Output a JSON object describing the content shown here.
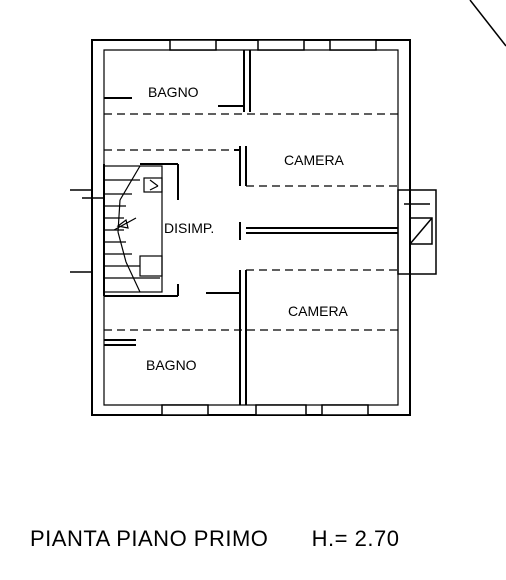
{
  "plan": {
    "rooms": {
      "bagno_top": "BAGNO",
      "camera_top": "CAMERA",
      "disimp": "DISIMP.",
      "camera_bottom": "CAMERA",
      "bagno_bottom": "BAGNO"
    },
    "caption": {
      "title": "PIANTA PIANO PRIMO",
      "height": "H.= 2.70"
    }
  },
  "colors": {
    "ink": "#000000",
    "background": "#ffffff"
  }
}
